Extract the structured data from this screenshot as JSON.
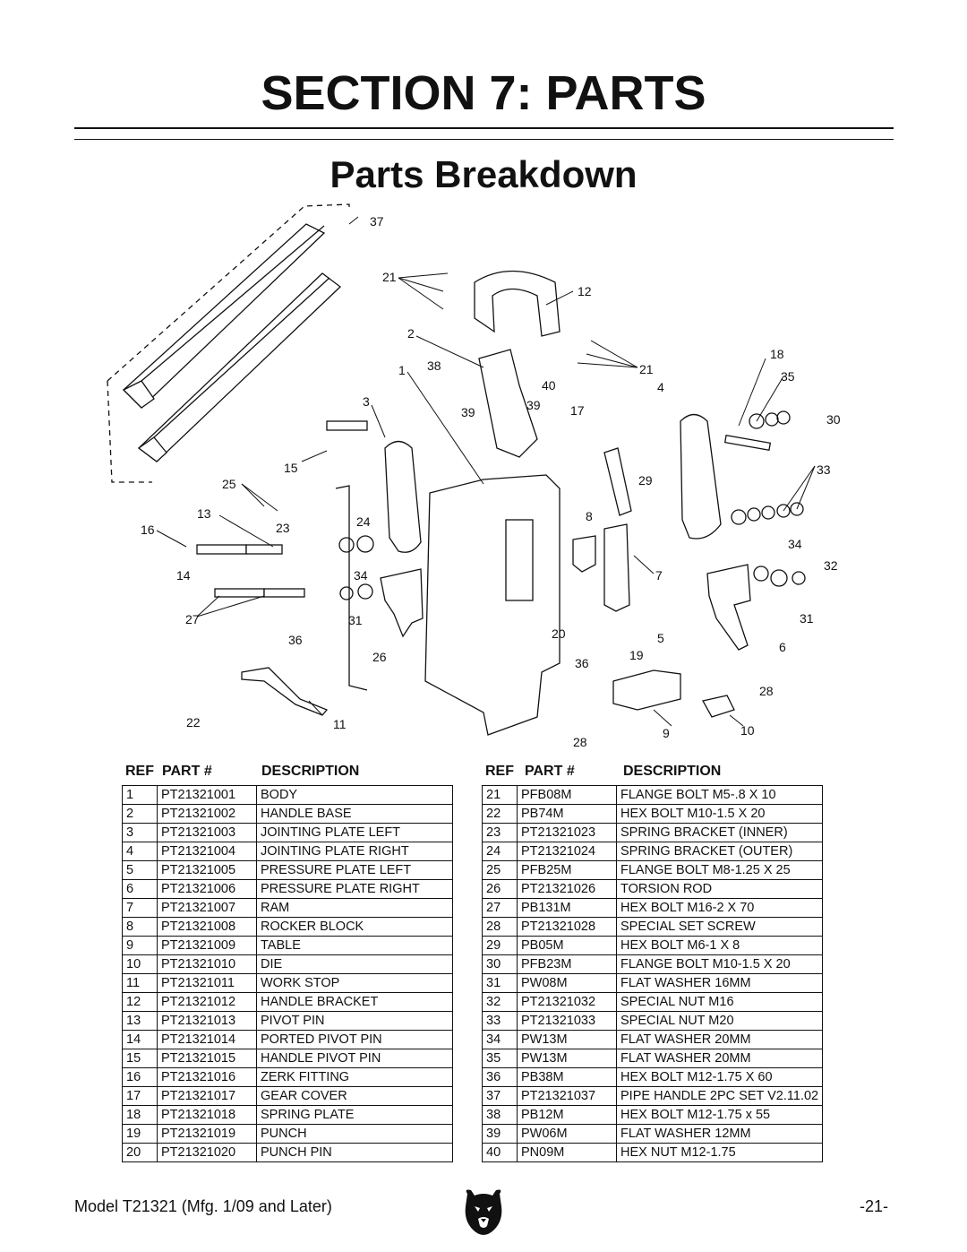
{
  "header": {
    "section_title": "SECTION 7: PARTS",
    "subtitle": "Parts Breakdown"
  },
  "diagram": {
    "callouts": [
      "37",
      "21",
      "12",
      "2",
      "1",
      "38",
      "40",
      "21",
      "4",
      "18",
      "35",
      "3",
      "39",
      "39",
      "17",
      "30",
      "15",
      "25",
      "29",
      "33",
      "13",
      "23",
      "24",
      "16",
      "8",
      "34",
      "32",
      "14",
      "34",
      "7",
      "27",
      "31",
      "31",
      "20",
      "36",
      "26",
      "5",
      "36",
      "19",
      "6",
      "28",
      "22",
      "11",
      "9",
      "28",
      "10"
    ]
  },
  "table_headers": {
    "ref": "REF",
    "part": "PART #",
    "desc": "DESCRIPTION"
  },
  "parts_left": [
    {
      "ref": "1",
      "part": "PT21321001",
      "desc": "BODY"
    },
    {
      "ref": "2",
      "part": "PT21321002",
      "desc": "HANDLE BASE"
    },
    {
      "ref": "3",
      "part": "PT21321003",
      "desc": "JOINTING PLATE LEFT"
    },
    {
      "ref": "4",
      "part": "PT21321004",
      "desc": "JOINTING PLATE RIGHT"
    },
    {
      "ref": "5",
      "part": "PT21321005",
      "desc": "PRESSURE PLATE LEFT"
    },
    {
      "ref": "6",
      "part": "PT21321006",
      "desc": "PRESSURE PLATE RIGHT"
    },
    {
      "ref": "7",
      "part": "PT21321007",
      "desc": "RAM"
    },
    {
      "ref": "8",
      "part": "PT21321008",
      "desc": "ROCKER BLOCK"
    },
    {
      "ref": "9",
      "part": "PT21321009",
      "desc": "TABLE"
    },
    {
      "ref": "10",
      "part": "PT21321010",
      "desc": "DIE"
    },
    {
      "ref": "11",
      "part": "PT21321011",
      "desc": "WORK STOP"
    },
    {
      "ref": "12",
      "part": "PT21321012",
      "desc": "HANDLE BRACKET"
    },
    {
      "ref": "13",
      "part": "PT21321013",
      "desc": "PIVOT PIN"
    },
    {
      "ref": "14",
      "part": "PT21321014",
      "desc": "PORTED PIVOT PIN"
    },
    {
      "ref": "15",
      "part": "PT21321015",
      "desc": "HANDLE PIVOT PIN"
    },
    {
      "ref": "16",
      "part": "PT21321016",
      "desc": "ZERK FITTING"
    },
    {
      "ref": "17",
      "part": "PT21321017",
      "desc": "GEAR COVER"
    },
    {
      "ref": "18",
      "part": "PT21321018",
      "desc": "SPRING PLATE"
    },
    {
      "ref": "19",
      "part": "PT21321019",
      "desc": "PUNCH"
    },
    {
      "ref": "20",
      "part": "PT21321020",
      "desc": "PUNCH PIN"
    }
  ],
  "parts_right": [
    {
      "ref": "21",
      "part": "PFB08M",
      "desc": "FLANGE BOLT M5-.8 X 10"
    },
    {
      "ref": "22",
      "part": "PB74M",
      "desc": "HEX BOLT M10-1.5 X 20"
    },
    {
      "ref": "23",
      "part": "PT21321023",
      "desc": "SPRING BRACKET (INNER)"
    },
    {
      "ref": "24",
      "part": "PT21321024",
      "desc": "SPRING BRACKET (OUTER)"
    },
    {
      "ref": "25",
      "part": "PFB25M",
      "desc": "FLANGE BOLT M8-1.25 X 25"
    },
    {
      "ref": "26",
      "part": "PT21321026",
      "desc": "TORSION ROD"
    },
    {
      "ref": "27",
      "part": "PB131M",
      "desc": "HEX BOLT M16-2 X 70"
    },
    {
      "ref": "28",
      "part": "PT21321028",
      "desc": "SPECIAL SET SCREW"
    },
    {
      "ref": "29",
      "part": "PB05M",
      "desc": "HEX BOLT M6-1 X 8"
    },
    {
      "ref": "30",
      "part": "PFB23M",
      "desc": "FLANGE BOLT M10-1.5 X 20"
    },
    {
      "ref": "31",
      "part": "PW08M",
      "desc": "FLAT WASHER 16MM"
    },
    {
      "ref": "32",
      "part": "PT21321032",
      "desc": "SPECIAL NUT M16"
    },
    {
      "ref": "33",
      "part": "PT21321033",
      "desc": "SPECIAL NUT M20"
    },
    {
      "ref": "34",
      "part": "PW13M",
      "desc": "FLAT WASHER 20MM"
    },
    {
      "ref": "35",
      "part": "PW13M",
      "desc": "FLAT WASHER 20MM"
    },
    {
      "ref": "36",
      "part": "PB38M",
      "desc": "HEX BOLT M12-1.75 X 60"
    },
    {
      "ref": "37",
      "part": "PT21321037",
      "desc": "PIPE HANDLE 2PC SET V2.11.02"
    },
    {
      "ref": "38",
      "part": "PB12M",
      "desc": "HEX BOLT M12-1.75 x 55"
    },
    {
      "ref": "39",
      "part": "PW06M",
      "desc": "FLAT WASHER 12MM"
    },
    {
      "ref": "40",
      "part": "PN09M",
      "desc": "HEX NUT M12-1.75"
    }
  ],
  "footer": {
    "model": "Model T21321 (Mfg. 1/09 and Later)",
    "page": "-21-"
  }
}
